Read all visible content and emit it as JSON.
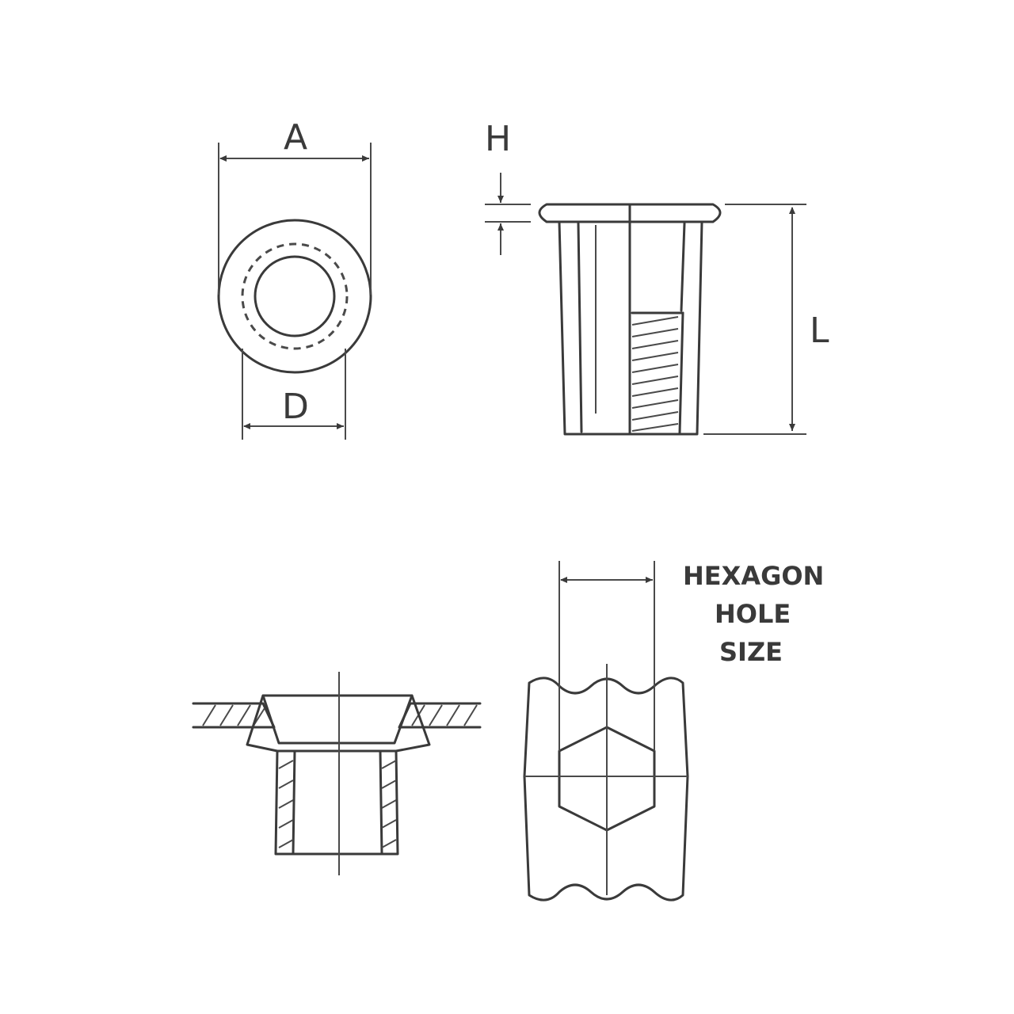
{
  "labels": {
    "a": "A",
    "d": "D",
    "h": "H",
    "l": "L",
    "hex_line1": "HEXAGON",
    "hex_line2": "HOLE",
    "hex_line3": "SIZE"
  },
  "views": [
    {
      "name": "top-view",
      "icon": "circle-flange-view"
    },
    {
      "name": "side-section-view",
      "icon": "threaded-body-section"
    },
    {
      "name": "installed-view",
      "icon": "installed-rivet-nut"
    },
    {
      "name": "hexagon-view",
      "icon": "hexagon-body-view"
    }
  ],
  "colors": {
    "line": "#3a3a3a",
    "background": "#ffffff"
  }
}
